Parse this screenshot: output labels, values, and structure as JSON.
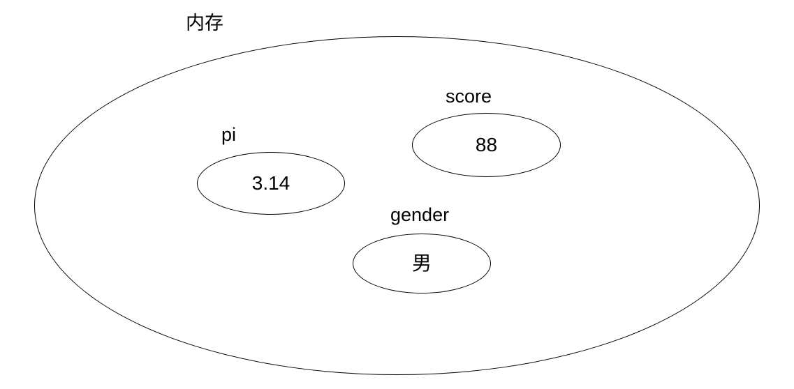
{
  "diagram": {
    "title": "内存",
    "description_type": "memory-variables-diagram",
    "container": {
      "label": "内存"
    },
    "variables": [
      {
        "name": "pi",
        "value": "3.14"
      },
      {
        "name": "score",
        "value": "88"
      },
      {
        "name": "gender",
        "value": "男"
      }
    ],
    "colors": {
      "background": "#ffffff",
      "stroke": "#000000",
      "text": "#000000"
    }
  }
}
